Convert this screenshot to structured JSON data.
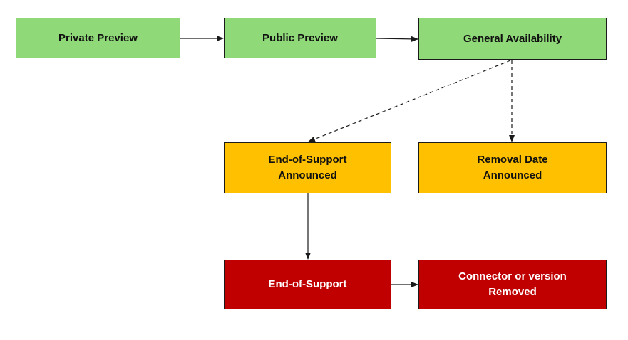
{
  "stages": {
    "private_preview": "Private Preview",
    "public_preview": "Public Preview",
    "general_availability": "General Availability",
    "eos_announced": "End-of-Support\nAnnounced",
    "removal_date_announced": "Removal Date\nAnnounced",
    "end_of_support": "End-of-Support",
    "removed": "Connector or version\nRemoved"
  },
  "colors": {
    "preview_stage": "#8fd978",
    "announcement_stage": "#ffc000",
    "retirement_stage": "#c00000",
    "connector": "#1a1a1a"
  },
  "connections": [
    {
      "from": "private_preview",
      "to": "public_preview",
      "style": "solid"
    },
    {
      "from": "public_preview",
      "to": "general_availability",
      "style": "solid"
    },
    {
      "from": "general_availability",
      "to": "eos_announced",
      "style": "dashed"
    },
    {
      "from": "general_availability",
      "to": "removal_date_announced",
      "style": "dashed"
    },
    {
      "from": "eos_announced",
      "to": "end_of_support",
      "style": "solid"
    },
    {
      "from": "end_of_support",
      "to": "removed",
      "style": "solid"
    }
  ]
}
